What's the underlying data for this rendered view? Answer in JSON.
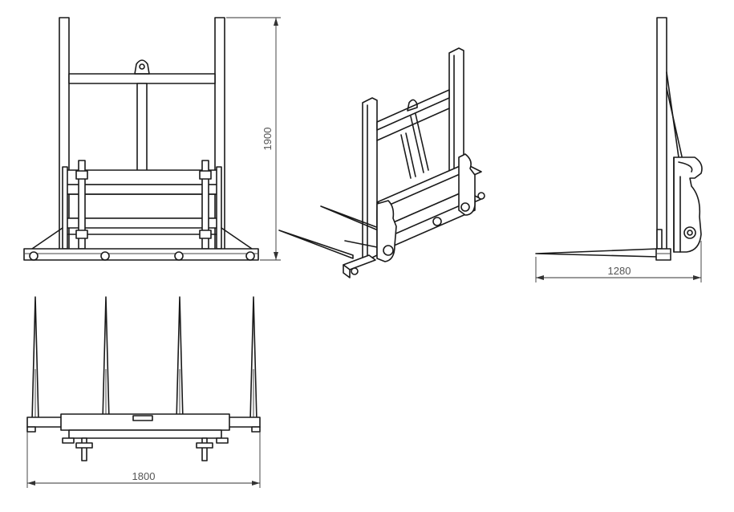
{
  "dimensions": {
    "height": "1900",
    "depth": "1280",
    "width": "1800"
  }
}
